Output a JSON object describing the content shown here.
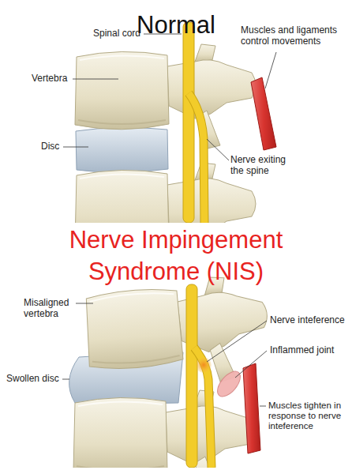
{
  "diagram": {
    "title": "Normal",
    "labels": [
      "Spinal cord",
      "Muscles and ligaments control movements",
      "Vertebra",
      "Disc",
      "Nerve exiting the spine",
      "Nerve Impingement Syndrome (NIS)",
      "Misaligned vertebra",
      "Nerve inteference",
      "Inflammed joint",
      "Swollen disc",
      "Muscles tighten in response to nerve inteference"
    ]
  }
}
